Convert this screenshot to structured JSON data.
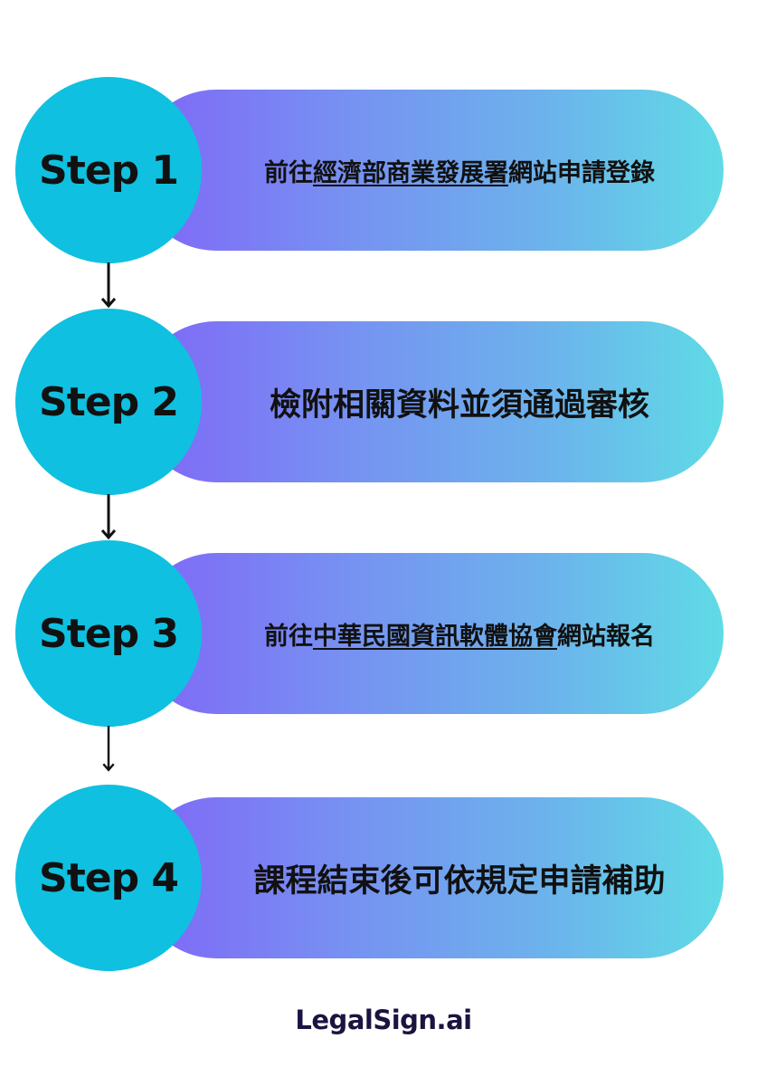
{
  "steps": [
    {
      "label": "Step 1",
      "text_before": "前往",
      "text_link": "經濟部商業發展署",
      "text_after": "網站申請登錄"
    },
    {
      "label": "Step 2",
      "text": "檢附相關資料並須通過審核"
    },
    {
      "label": "Step 3",
      "text_before": "前往",
      "text_link": "中華民國資訊軟體協會",
      "text_after": "網站報名"
    },
    {
      "label": "Step 4",
      "text": "課程結束後可依規定申請補助"
    }
  ],
  "logo": "LegalSign.ai",
  "colors": {
    "circle": "#0fc0e0",
    "bar_gradient_start": "#8066f7",
    "bar_gradient_end": "#5fdbe6",
    "text": "#111111",
    "arrow": "#111111"
  },
  "icons": {
    "connector": "arrow-down-icon"
  }
}
